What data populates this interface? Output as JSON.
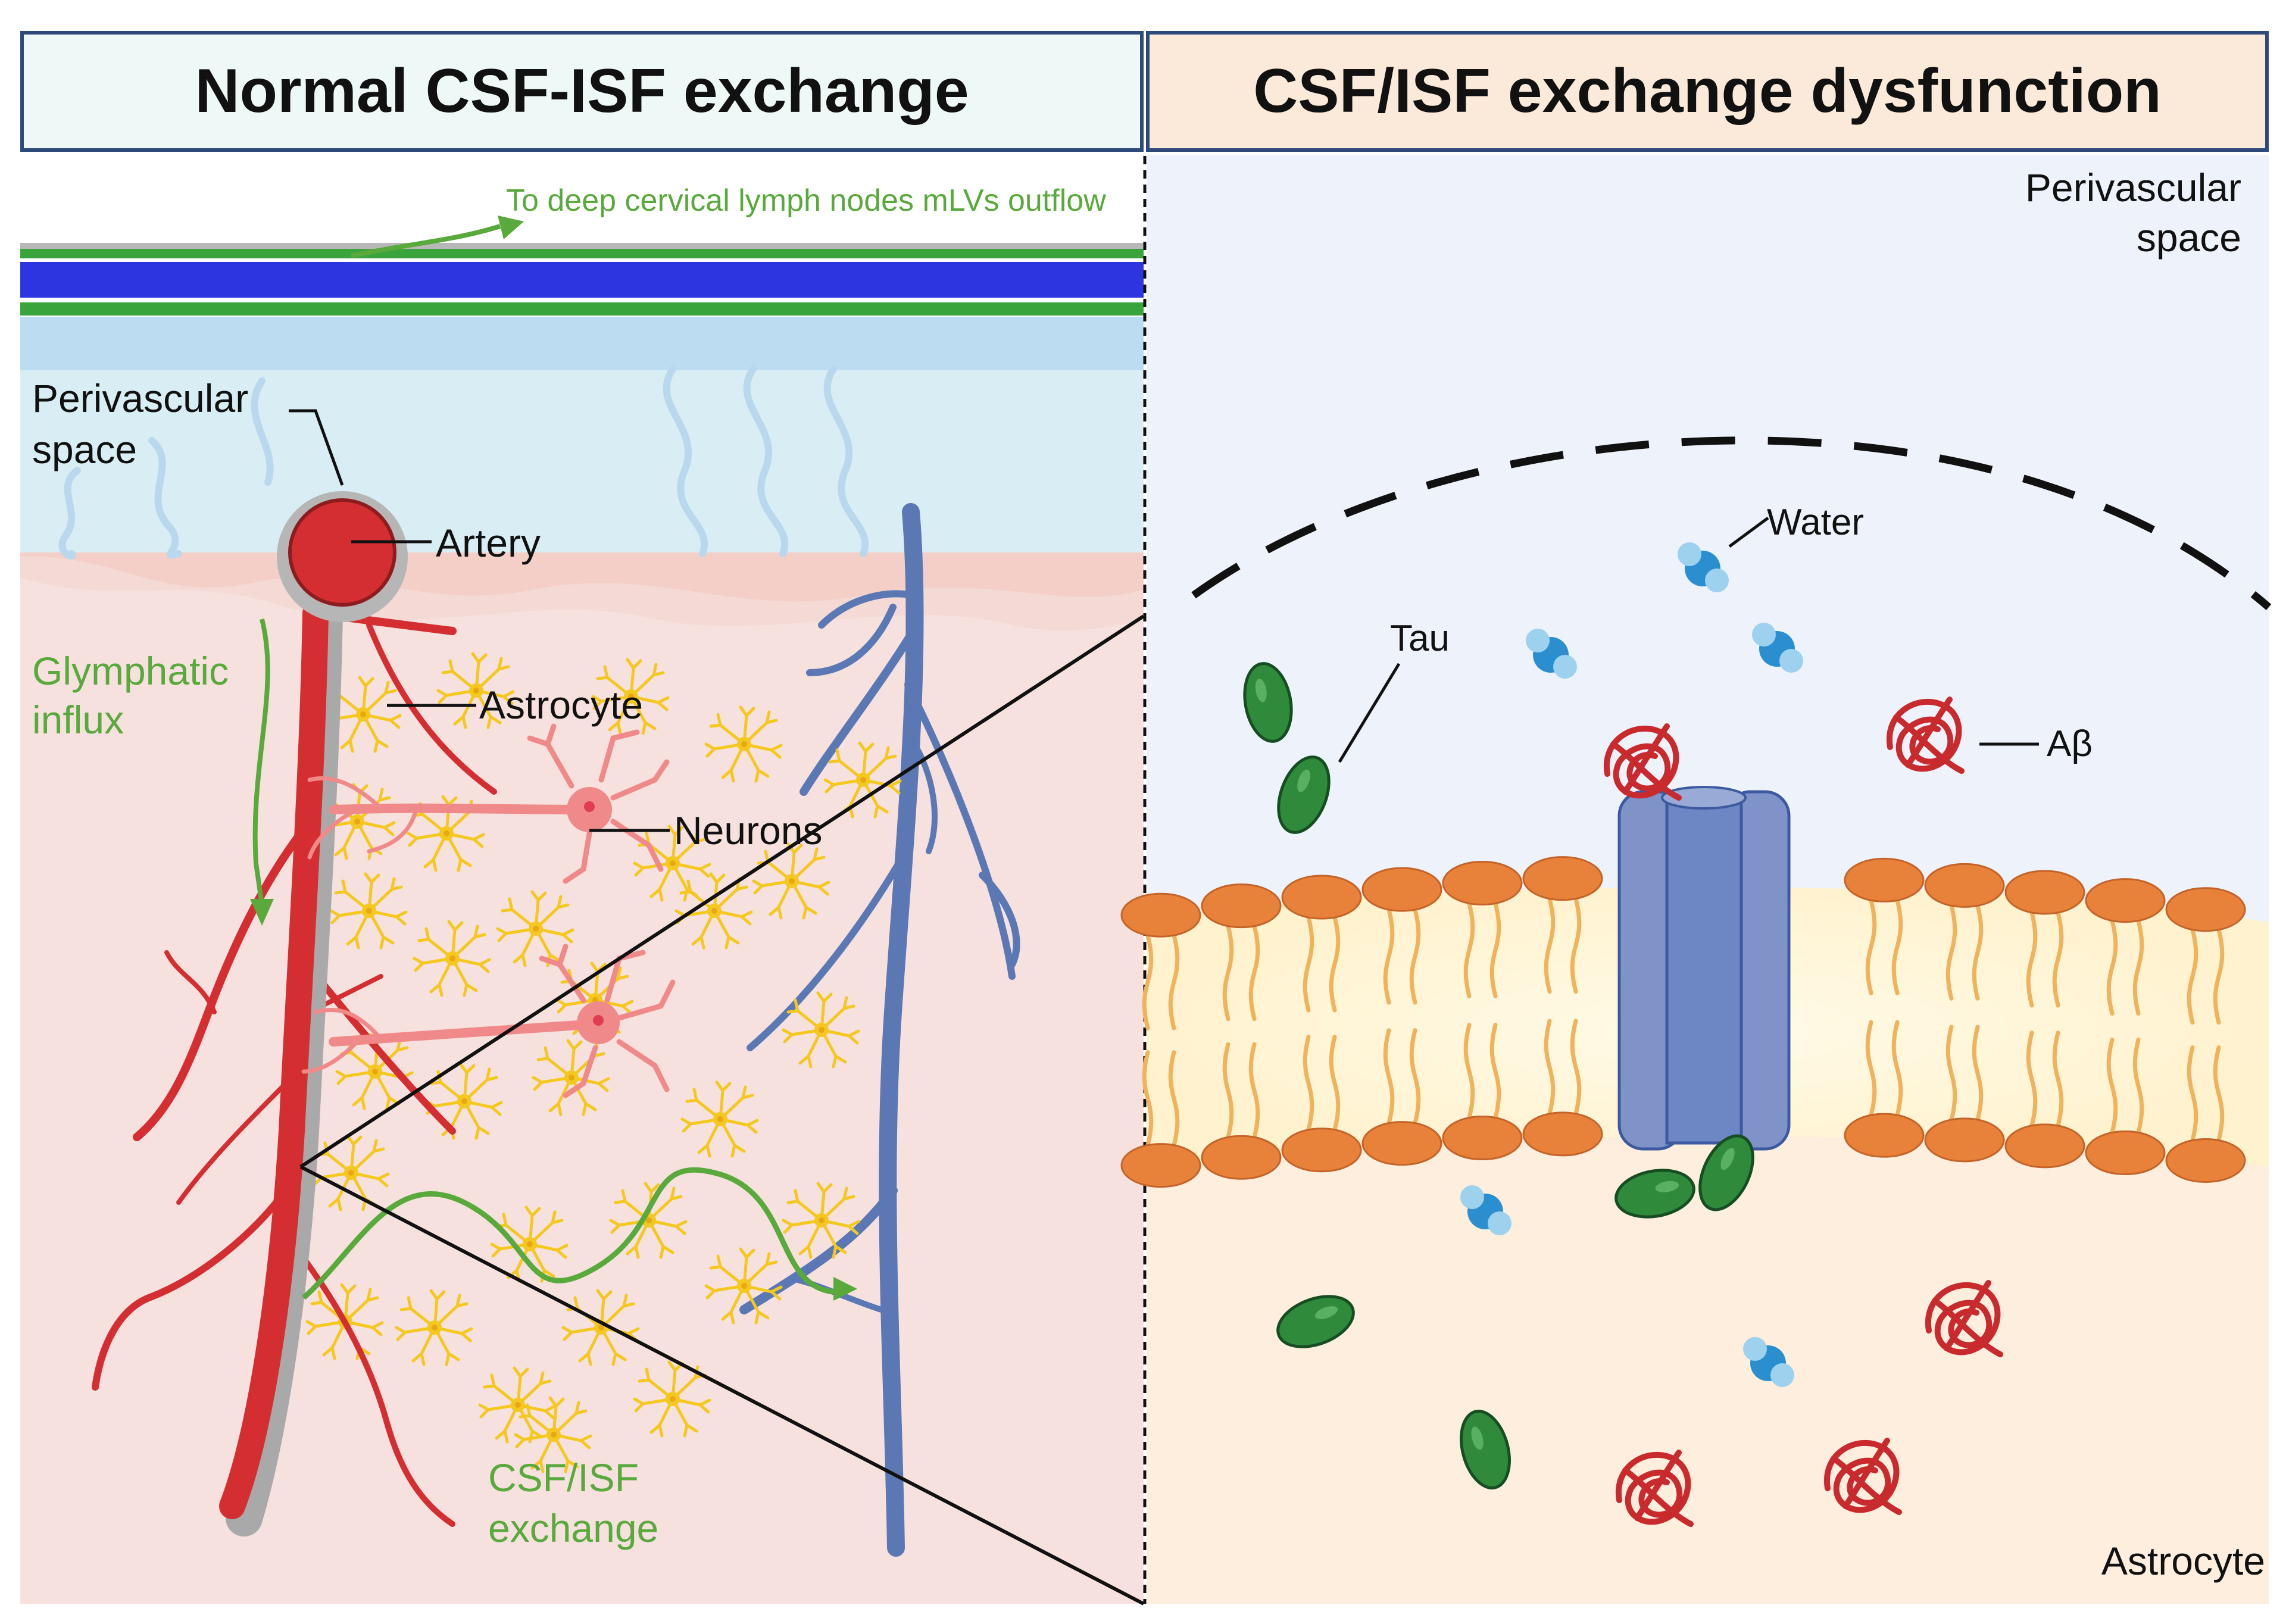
{
  "left_panel": {
    "title": "Normal CSF-ISF exchange",
    "labels": {
      "outflow": "To deep cervical lymph nodes mLVs outflow",
      "perivascular_line1": "Perivascular",
      "perivascular_line2": "space",
      "artery": "Artery",
      "glymphatic_line1": "Glymphatic",
      "glymphatic_line2": "influx",
      "astrocyte": "Astrocyte",
      "neurons": "Neurons",
      "exchange_line1": "CSF/ISF",
      "exchange_line2": "exchange"
    }
  },
  "right_panel": {
    "title": "CSF/ISF exchange dysfunction",
    "labels": {
      "perivascular_line1": "Perivascular",
      "perivascular_line2": "space",
      "water": "Water",
      "tau": "Tau",
      "abeta": "Aβ",
      "astrocyte": "Astrocyte"
    }
  },
  "colors": {
    "green_label": "#5aa93c",
    "artery": "#d42e32",
    "vein": "#5b78b4",
    "astrocyte": "#f4c81e",
    "neuron": "#f08a8a",
    "tau": "#2e8b3e",
    "water": "#3aa0d8",
    "abeta": "#c8282e",
    "membrane_head": "#e8823a",
    "channel": "#6c87c4"
  }
}
